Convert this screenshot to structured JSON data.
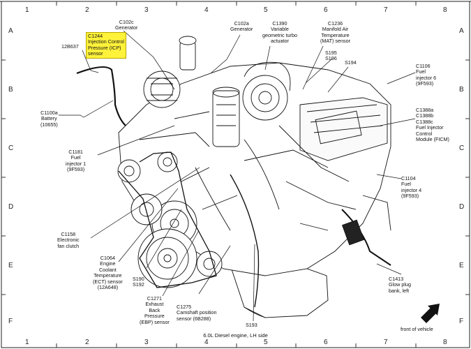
{
  "grid": {
    "columns": [
      "1",
      "2",
      "3",
      "4",
      "5",
      "6",
      "7",
      "8"
    ],
    "rows": [
      "A",
      "B",
      "C",
      "D",
      "E",
      "F"
    ]
  },
  "caption": "6.0L Diesel engine, LH side",
  "front_label": [
    "front of vehicle"
  ],
  "highlight_color": "#fff23a",
  "callouts": {
    "c1244": [
      "C1244",
      "Injection Control",
      "Pressure (ICP)",
      "sensor"
    ],
    "r12b637": [
      "12B637"
    ],
    "c102c": [
      "C102c",
      "Generator"
    ],
    "c102a": [
      "C102a",
      "Generator"
    ],
    "c1390": [
      "C1390",
      "Variable",
      "geometric turbo",
      "actuator"
    ],
    "c1236": [
      "C1236",
      "Manifold Air",
      "Temperature",
      "(MAT) sensor"
    ],
    "s195": [
      "S195",
      "S196"
    ],
    "s194": [
      "S194"
    ],
    "c1100a": [
      "C1100a",
      "Battery",
      "(10655)"
    ],
    "c1106": [
      "C1106",
      "Fuel",
      "injector 6",
      "(9F593)"
    ],
    "c1388": [
      "C1388a",
      "C1388b",
      "C1388c",
      "Fuel Injector",
      "Control",
      "Module (FICM)"
    ],
    "c1181": [
      "C1181",
      "Fuel",
      "injector 1",
      "(9F593)"
    ],
    "c1104": [
      "C1104",
      "Fuel",
      "injector 4",
      "(9F593)"
    ],
    "c1158": [
      "C1158",
      "Electronic",
      "fan clutch"
    ],
    "c1064": [
      "C1064",
      "Engine",
      "Coolant",
      "Temperature",
      "(ECT) sensor",
      "(12A648)"
    ],
    "s190": [
      "S190",
      "S192"
    ],
    "c1271": [
      "C1271",
      "Exhaust",
      "Back",
      "Pressure",
      "(EBP) sensor"
    ],
    "c1275": [
      "C1275",
      "Camshaft position",
      "sensor (6B288)"
    ],
    "s193": [
      "S193"
    ],
    "c1413": [
      "C1413",
      "Glow plug",
      "bank, left"
    ]
  }
}
